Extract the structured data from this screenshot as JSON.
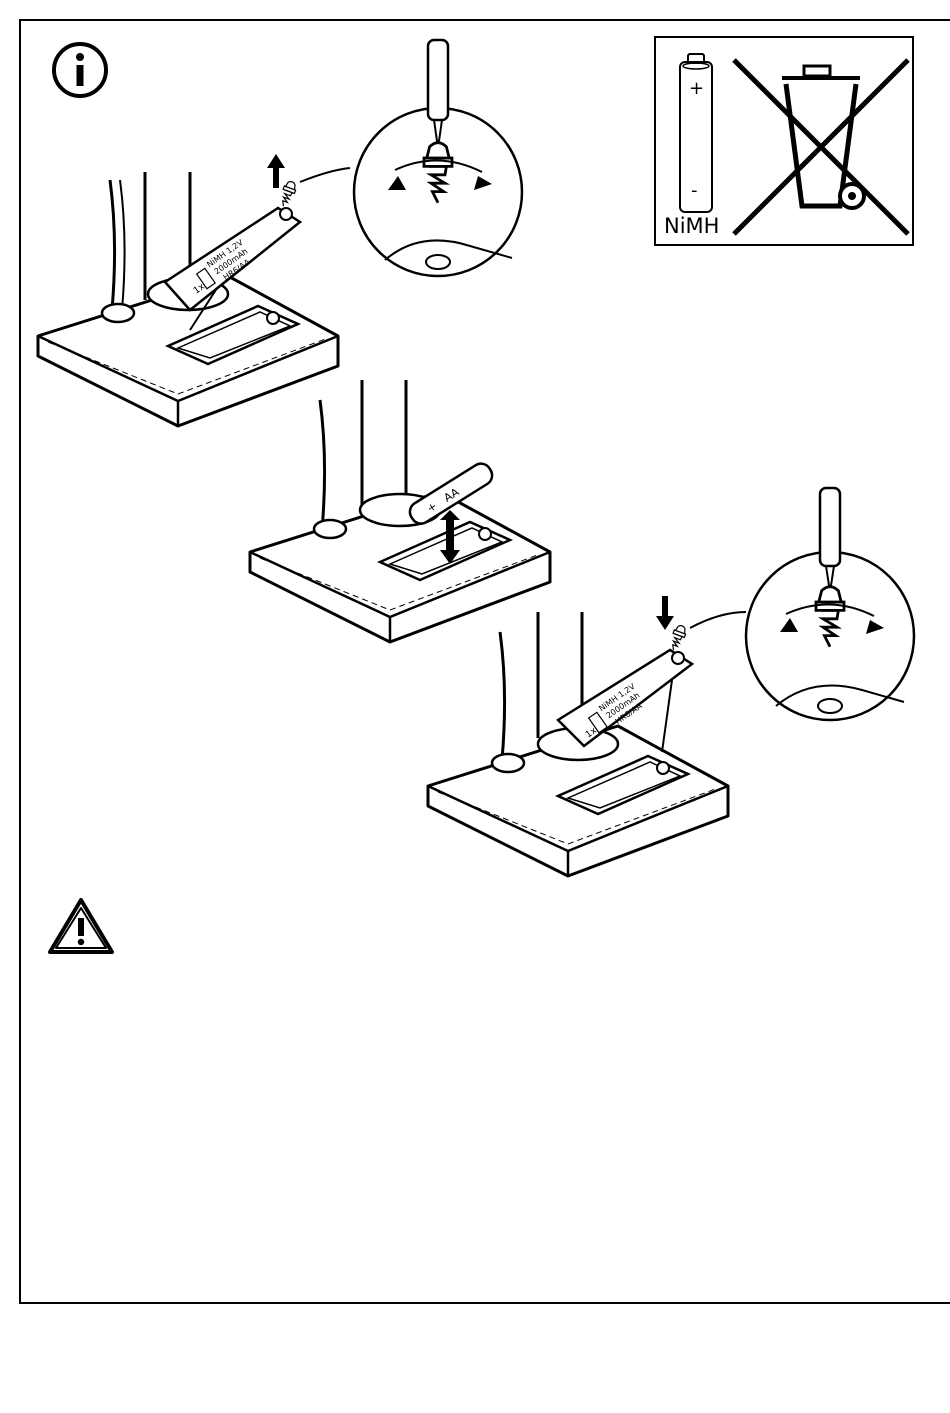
{
  "icons": {
    "info": "info-circle-icon",
    "warning": "warning-triangle-icon",
    "battery": "battery-icon",
    "no_bin": "crossed-out-bin-icon"
  },
  "recycle": {
    "chemistry": "NiMH",
    "plus": "+",
    "minus": "-"
  },
  "battery_label": {
    "qty": "1x",
    "line1": "NiMH 1,2V",
    "line2": "2000mAh",
    "line3": "HR6/AA"
  },
  "battery_cell": {
    "size": "AA",
    "plus": "+",
    "minus": "-"
  }
}
